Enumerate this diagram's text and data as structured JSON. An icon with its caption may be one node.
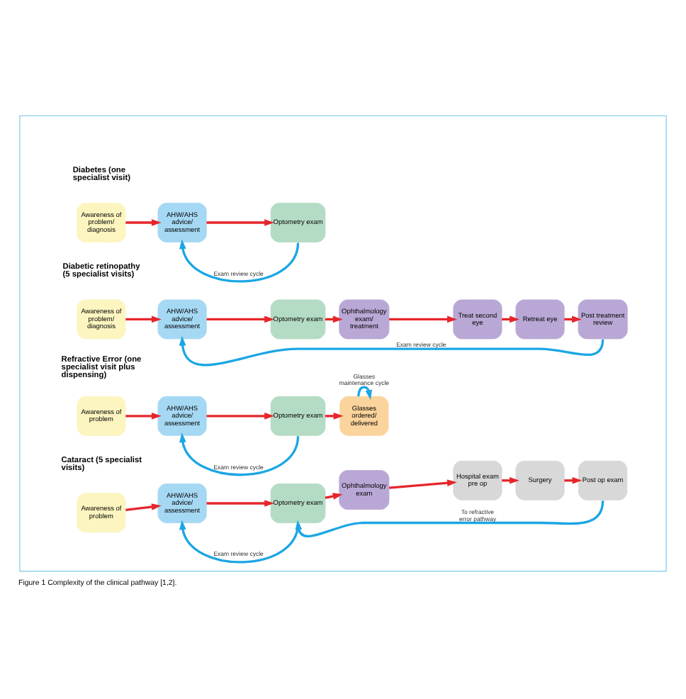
{
  "diagram": {
    "caption": "Figure 1 Complexity of the clinical pathway [1,2].",
    "nodes": [
      {
        "text": [],
        "shape": "box"
      },
      {
        "text": [
          "Awareness of problem/ diagnosis"
        ],
        "in": 0
      },
      {
        "text": [
          "AHW/AHS advice/ assessment"
        ],
        "in": 0
      },
      {
        "text": [
          "Optometry exam"
        ],
        "in": 0
      },
      {
        "text": [
          "Awareness of problem/ diagnosis"
        ],
        "in": 0
      },
      {
        "text": [
          "AHW/AHS advice/ assessment"
        ],
        "in": 0
      },
      {
        "text": [
          "Optometry exam"
        ],
        "in": 0
      },
      {
        "text": [
          "Ophthalmology exam/ treatment"
        ],
        "in": 0
      },
      {
        "text": [
          "Treat second eye"
        ],
        "in": 0
      },
      {
        "text": [
          "Retreat eye"
        ],
        "in": 0
      },
      {
        "text": [
          "Post treatment review"
        ],
        "in": 0
      },
      {
        "text": [
          "Awareness of problem"
        ],
        "in": 0
      },
      {
        "text": [
          "AHW/AHS advice/ assessment"
        ],
        "in": 0
      },
      {
        "text": [
          "Optometry exam"
        ],
        "in": 0
      },
      {
        "text": [
          "Glasses ordered/ delivered"
        ],
        "in": 0
      },
      {
        "text": [
          "Awareness of problem"
        ],
        "in": 0
      },
      {
        "text": [
          "AHW/AHS advice/ assessment"
        ],
        "in": 0
      },
      {
        "text": [
          "Optometry exam"
        ],
        "in": 0
      },
      {
        "text": [
          "Ophthalmology exam"
        ],
        "in": 0
      },
      {
        "text": [
          "Hospital exam pre op"
        ],
        "in": 0
      },
      {
        "text": [
          "Surgery"
        ],
        "in": 0
      },
      {
        "text": [
          "Post op exam"
        ],
        "in": 0
      }
    ],
    "edges": [
      {
        "from": 1,
        "to": 2,
        "arrow": "to"
      },
      {
        "from": 2,
        "to": 3,
        "arrow": "to"
      },
      {
        "from": 3,
        "to": 2,
        "arrow": "to",
        "label": "Exam review cycle",
        "color": "#1ba6e4"
      },
      {
        "from": 4,
        "to": 5,
        "arrow": "to"
      },
      {
        "from": 5,
        "to": 6,
        "arrow": "to"
      },
      {
        "from": 6,
        "to": 7,
        "arrow": "to"
      },
      {
        "from": 7,
        "to": 8,
        "arrow": "to"
      },
      {
        "from": 8,
        "to": 9,
        "arrow": "to"
      },
      {
        "from": 9,
        "to": 10,
        "arrow": "to"
      },
      {
        "from": 10,
        "to": 5,
        "arrow": "to",
        "label": "Exam review cycle",
        "color": "#1ba6e4"
      },
      {
        "from": 11,
        "to": 12,
        "arrow": "to"
      },
      {
        "from": 12,
        "to": 13,
        "arrow": "to"
      },
      {
        "from": 13,
        "to": 14,
        "arrow": "to"
      },
      {
        "from": 13,
        "to": 12,
        "arrow": "to",
        "label": "Exam review cycle",
        "color": "#1ba6e4"
      },
      {
        "from": 14,
        "to": 14,
        "arrow": "to",
        "label": "Glasses maintenance cycle",
        "color": "#1ba6e4"
      },
      {
        "from": 15,
        "to": 16,
        "arrow": "to"
      },
      {
        "from": 16,
        "to": 17,
        "arrow": "to"
      },
      {
        "from": 17,
        "to": 18,
        "arrow": "to"
      },
      {
        "from": 18,
        "to": 19,
        "arrow": "to"
      },
      {
        "from": 19,
        "to": 20,
        "arrow": "to"
      },
      {
        "from": 20,
        "to": 21,
        "arrow": "to"
      },
      {
        "from": 17,
        "to": 16,
        "arrow": "to",
        "label": "Exam review cycle",
        "color": "#1ba6e4"
      },
      {
        "from": 21,
        "to": 17,
        "arrow": "to",
        "label": "To refractive error pathway",
        "color": "#1ba6e4"
      }
    ],
    "labels": [
      "Diabetes (one specialist visit)",
      "Diabetic retinopathy (5 specialist visits)",
      "Refractive Error (one specialist visit plus dispensing)",
      "Cataract (5 specialist visits)"
    ]
  }
}
